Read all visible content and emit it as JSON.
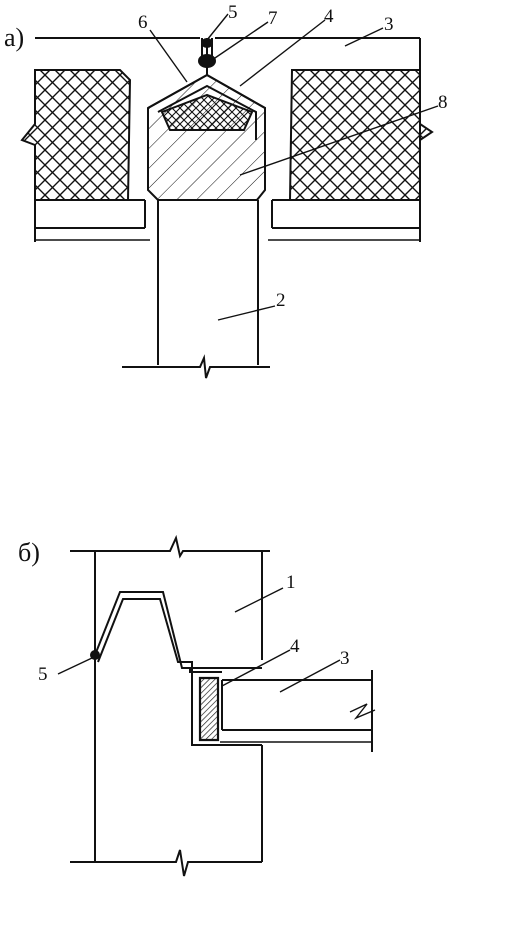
{
  "panels": [
    {
      "id": "a",
      "label": "а)",
      "callouts": [
        "2",
        "3",
        "4",
        "5",
        "6",
        "7",
        "8"
      ]
    },
    {
      "id": "b",
      "label": "б)",
      "callouts": [
        "1",
        "3",
        "4",
        "5"
      ]
    }
  ]
}
